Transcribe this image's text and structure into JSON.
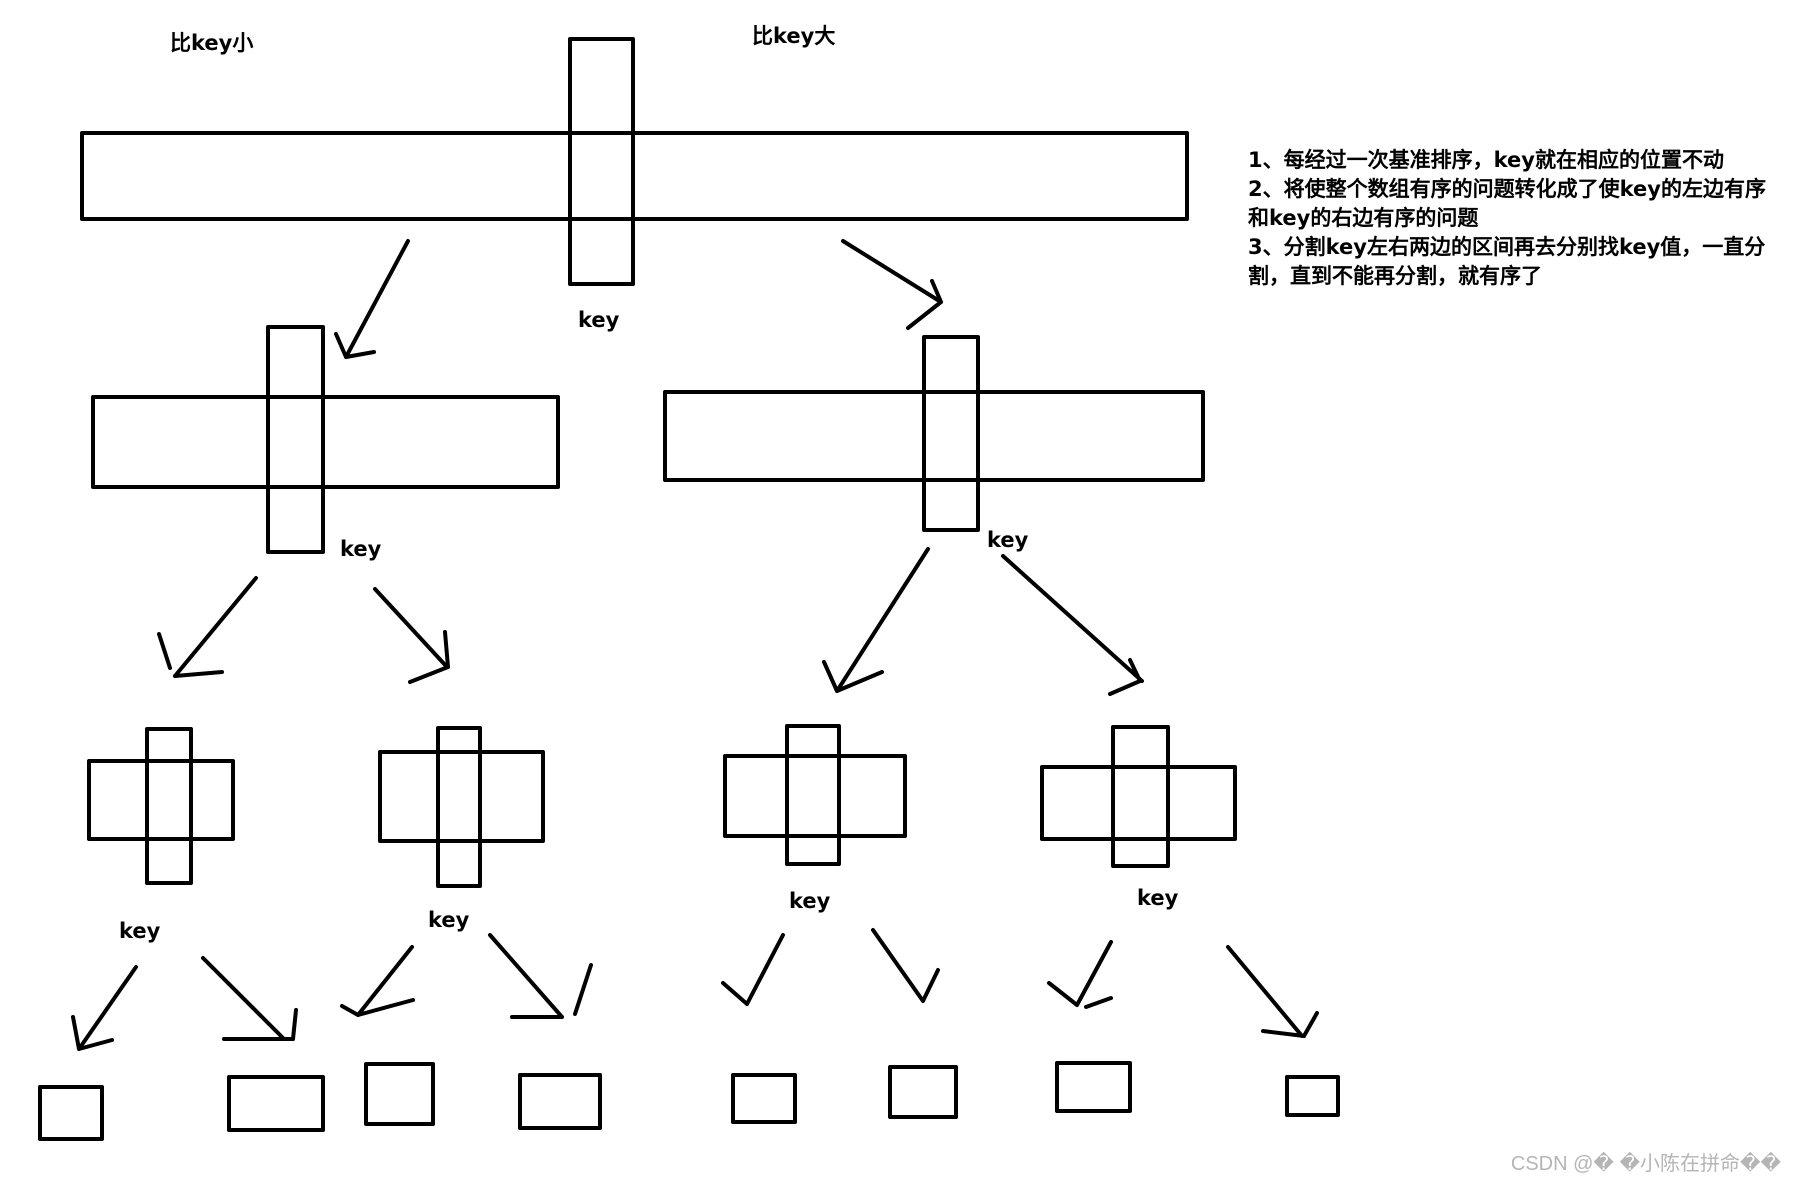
{
  "labels": {
    "left_side": "比key小",
    "right_side": "比key大",
    "key": "key"
  },
  "notes": [
    "1、每经过一次基准排序，key就在相应的位置不动",
    "2、将使整个数组有序的问题转化成了使key的左边有序和key的右边有序的问题",
    "3、分割key左右两边的区间再去分别找key值，一直分割，直到不能再分割，就有序了"
  ],
  "watermark": "CSDN @� �小陈在拼命��"
}
